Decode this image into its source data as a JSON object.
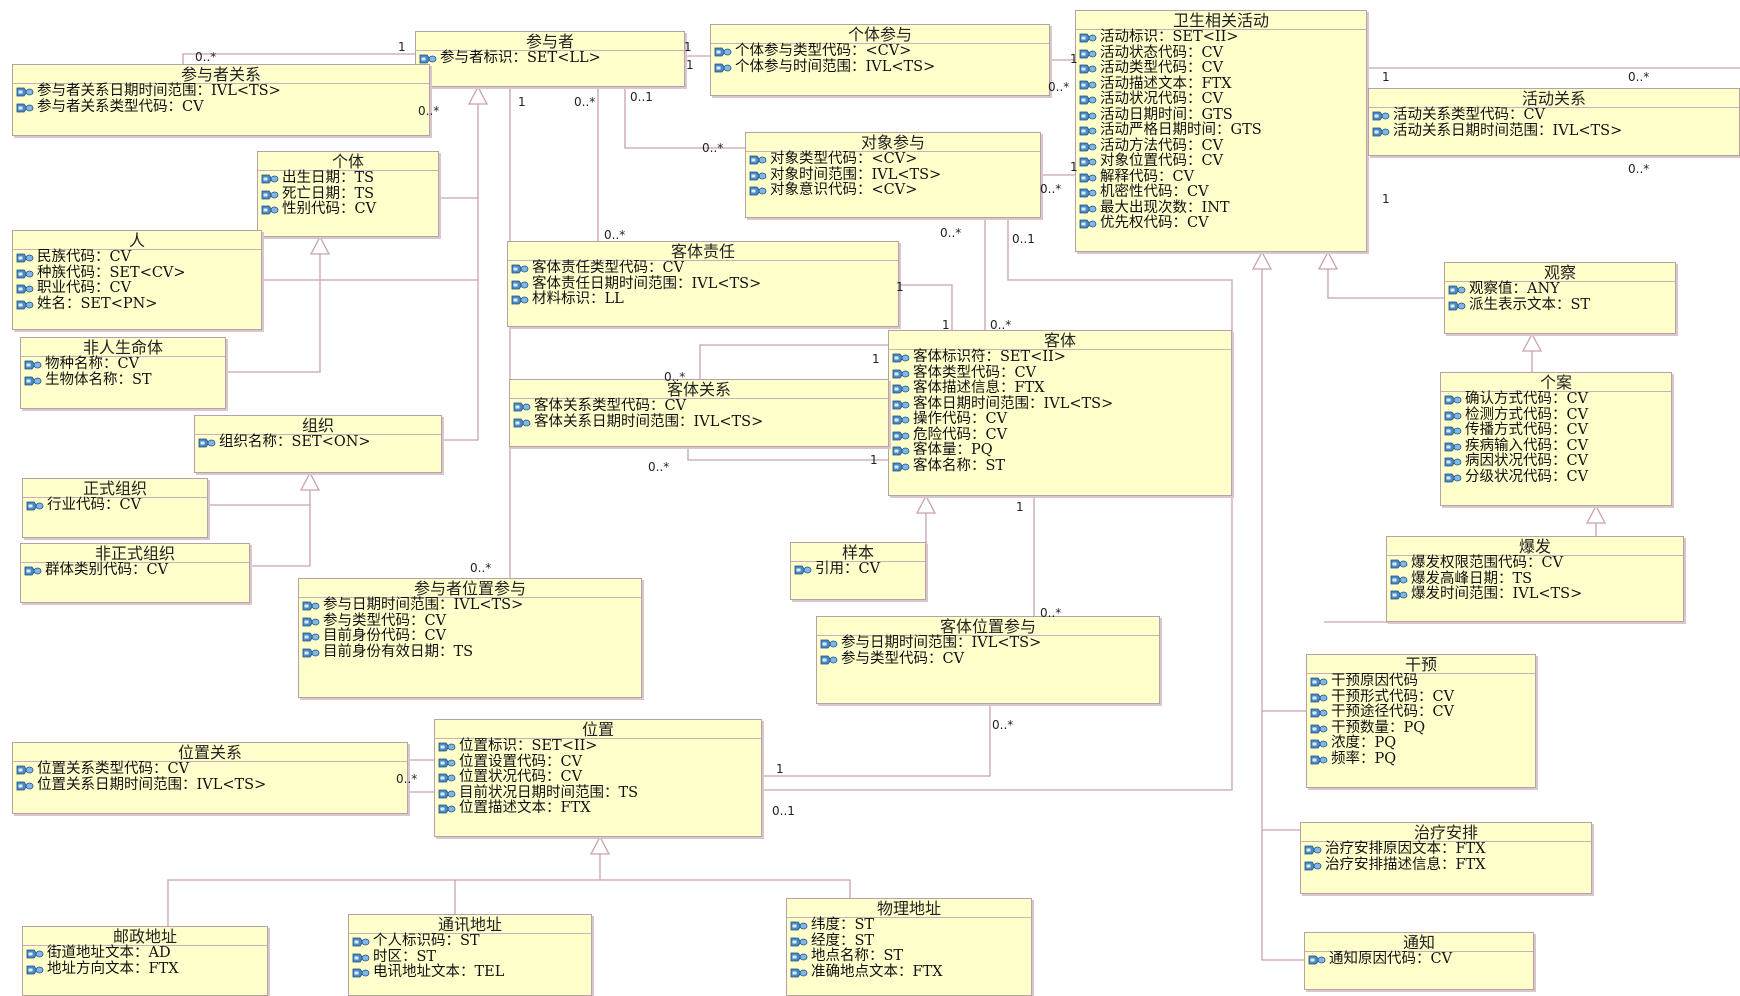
{
  "diagram": {
    "classes": [
      {
        "id": "participant",
        "title": "参与者",
        "attrs": [
          "参与者标识：SET<LL>"
        ]
      },
      {
        "id": "individual_participation",
        "title": "个体参与",
        "attrs": [
          "个体参与类型代码：<CV>",
          "个体参与时间范围：IVL<TS>"
        ]
      },
      {
        "id": "health_activity",
        "title": "卫生相关活动",
        "attrs": [
          "活动标识：SET<II>",
          "活动状态代码：CV",
          "活动类型代码：CV",
          "活动描述文本：FTX",
          "活动状况代码：CV",
          "活动日期时间：GTS",
          "活动严格日期时间：GTS",
          "活动方法代码：CV",
          "对象位置代码：CV",
          "解释代码：CV",
          "机密性代码：CV",
          "最大出现次数：INT",
          "优先权代码：CV"
        ]
      },
      {
        "id": "participant_relation",
        "title": "参与者关系",
        "attrs": [
          "参与者关系日期时间范围：IVL<TS>",
          "参与者关系类型代码：CV"
        ]
      },
      {
        "id": "activity_relation",
        "title": "活动关系",
        "attrs": [
          "活动关系类型代码：CV",
          "活动关系日期时间范围：IVL<TS>"
        ]
      },
      {
        "id": "object_participation",
        "title": "对象参与",
        "attrs": [
          "对象类型代码：<CV>",
          "对象时间范围：IVL<TS>",
          "对象意识代码：<CV>"
        ]
      },
      {
        "id": "individual",
        "title": "个体",
        "attrs": [
          "出生日期：TS",
          "死亡日期：TS",
          "性别代码：CV"
        ]
      },
      {
        "id": "person",
        "title": "人",
        "attrs": [
          "民族代码：CV",
          "种族代码：SET<CV>",
          "职业代码：CV",
          "姓名：SET<PN>"
        ]
      },
      {
        "id": "object_responsibility",
        "title": "客体责任",
        "attrs": [
          "客体责任类型代码：CV",
          "客体责任日期时间范围：IVL<TS>",
          "材料标识：LL"
        ]
      },
      {
        "id": "observation",
        "title": "观察",
        "attrs": [
          "观察值：ANY",
          "派生表示文本：ST"
        ]
      },
      {
        "id": "non_human",
        "title": "非人生命体",
        "attrs": [
          "物种名称：CV",
          "生物体名称：ST"
        ]
      },
      {
        "id": "entity",
        "title": "客体",
        "attrs": [
          "客体标识符：SET<II>",
          "客体类型代码：CV",
          "客体描述信息：FTX",
          "客体日期时间范围：IVL<TS>",
          "操作代码：CV",
          "危险代码：CV",
          "客体量：PQ",
          "客体名称：ST"
        ]
      },
      {
        "id": "case",
        "title": "个案",
        "attrs": [
          "确认方式代码：CV",
          "检测方式代码：CV",
          "传播方式代码：CV",
          "疾病输入代码：CV",
          "病因状况代码：CV",
          "分级状况代码：CV"
        ]
      },
      {
        "id": "object_relation",
        "title": "客体关系",
        "attrs": [
          "客体关系类型代码：CV",
          "客体关系日期时间范围：IVL<TS>"
        ]
      },
      {
        "id": "organization",
        "title": "组织",
        "attrs": [
          "组织名称：SET<ON>"
        ]
      },
      {
        "id": "formal_org",
        "title": "正式组织",
        "attrs": [
          "行业代码：CV"
        ]
      },
      {
        "id": "informal_org",
        "title": "非正式组织",
        "attrs": [
          "群体类别代码：CV"
        ]
      },
      {
        "id": "specimen",
        "title": "样本",
        "attrs": [
          "引用：CV"
        ]
      },
      {
        "id": "outbreak",
        "title": "爆发",
        "attrs": [
          "爆发权限范围代码：CV",
          "爆发高峰日期：TS",
          "爆发时间范围：IVL<TS>"
        ]
      },
      {
        "id": "participant_location",
        "title": "参与者位置参与",
        "attrs": [
          "参与日期时间范围：IVL<TS>",
          "参与类型代码：CV",
          "目前身份代码：CV",
          "目前身份有效日期：TS"
        ]
      },
      {
        "id": "entity_location",
        "title": "客体位置参与",
        "attrs": [
          "参与日期时间范围：IVL<TS>",
          "参与类型代码：CV"
        ]
      },
      {
        "id": "intervention",
        "title": "干预",
        "attrs": [
          "干预原因代码",
          "干预形式代码：CV",
          "干预途径代码：CV",
          "干预数量：PQ",
          "浓度：PQ",
          "频率：PQ"
        ]
      },
      {
        "id": "location_relation",
        "title": "位置关系",
        "attrs": [
          "位置关系类型代码：CV",
          "位置关系日期时间范围：IVL<TS>"
        ]
      },
      {
        "id": "location",
        "title": "位置",
        "attrs": [
          "位置标识：SET<II>",
          "位置设置代码：CV",
          "位置状况代码：CV",
          "目前状况日期时间范围：TS",
          "位置描述文本：FTX"
        ]
      },
      {
        "id": "treatment",
        "title": "治疗安排",
        "attrs": [
          "治疗安排原因文本：FTX",
          "治疗安排描述信息：FTX"
        ]
      },
      {
        "id": "postal_address",
        "title": "邮政地址",
        "attrs": [
          "街道地址文本：AD",
          "地址方向文本：FTX"
        ]
      },
      {
        "id": "telecom_address",
        "title": "通讯地址",
        "attrs": [
          "个人标识码：ST",
          "时区：ST",
          "电讯地址文本：TEL"
        ]
      },
      {
        "id": "physical_address",
        "title": "物理地址",
        "attrs": [
          "纬度：ST",
          "经度：ST",
          "地点名称：ST",
          "准确地点文本：FTX"
        ]
      },
      {
        "id": "notification",
        "title": "通知",
        "attrs": [
          "通知原因代码：CV"
        ]
      }
    ],
    "multiplicities": [
      "0..*",
      "1",
      "0..*",
      "1",
      "1",
      "0..*",
      "1",
      "0..*",
      "0..*",
      "1",
      "1",
      "1",
      "0..1",
      "0..*",
      "0..*",
      "0..*",
      "1",
      "0..*",
      "0..*",
      "1",
      "0..*",
      "0..1",
      "0..*",
      "1",
      "1",
      "0..*",
      "0..*",
      "1",
      "0..*",
      "1",
      "1",
      "0..*",
      "0..*",
      "0..1"
    ]
  }
}
